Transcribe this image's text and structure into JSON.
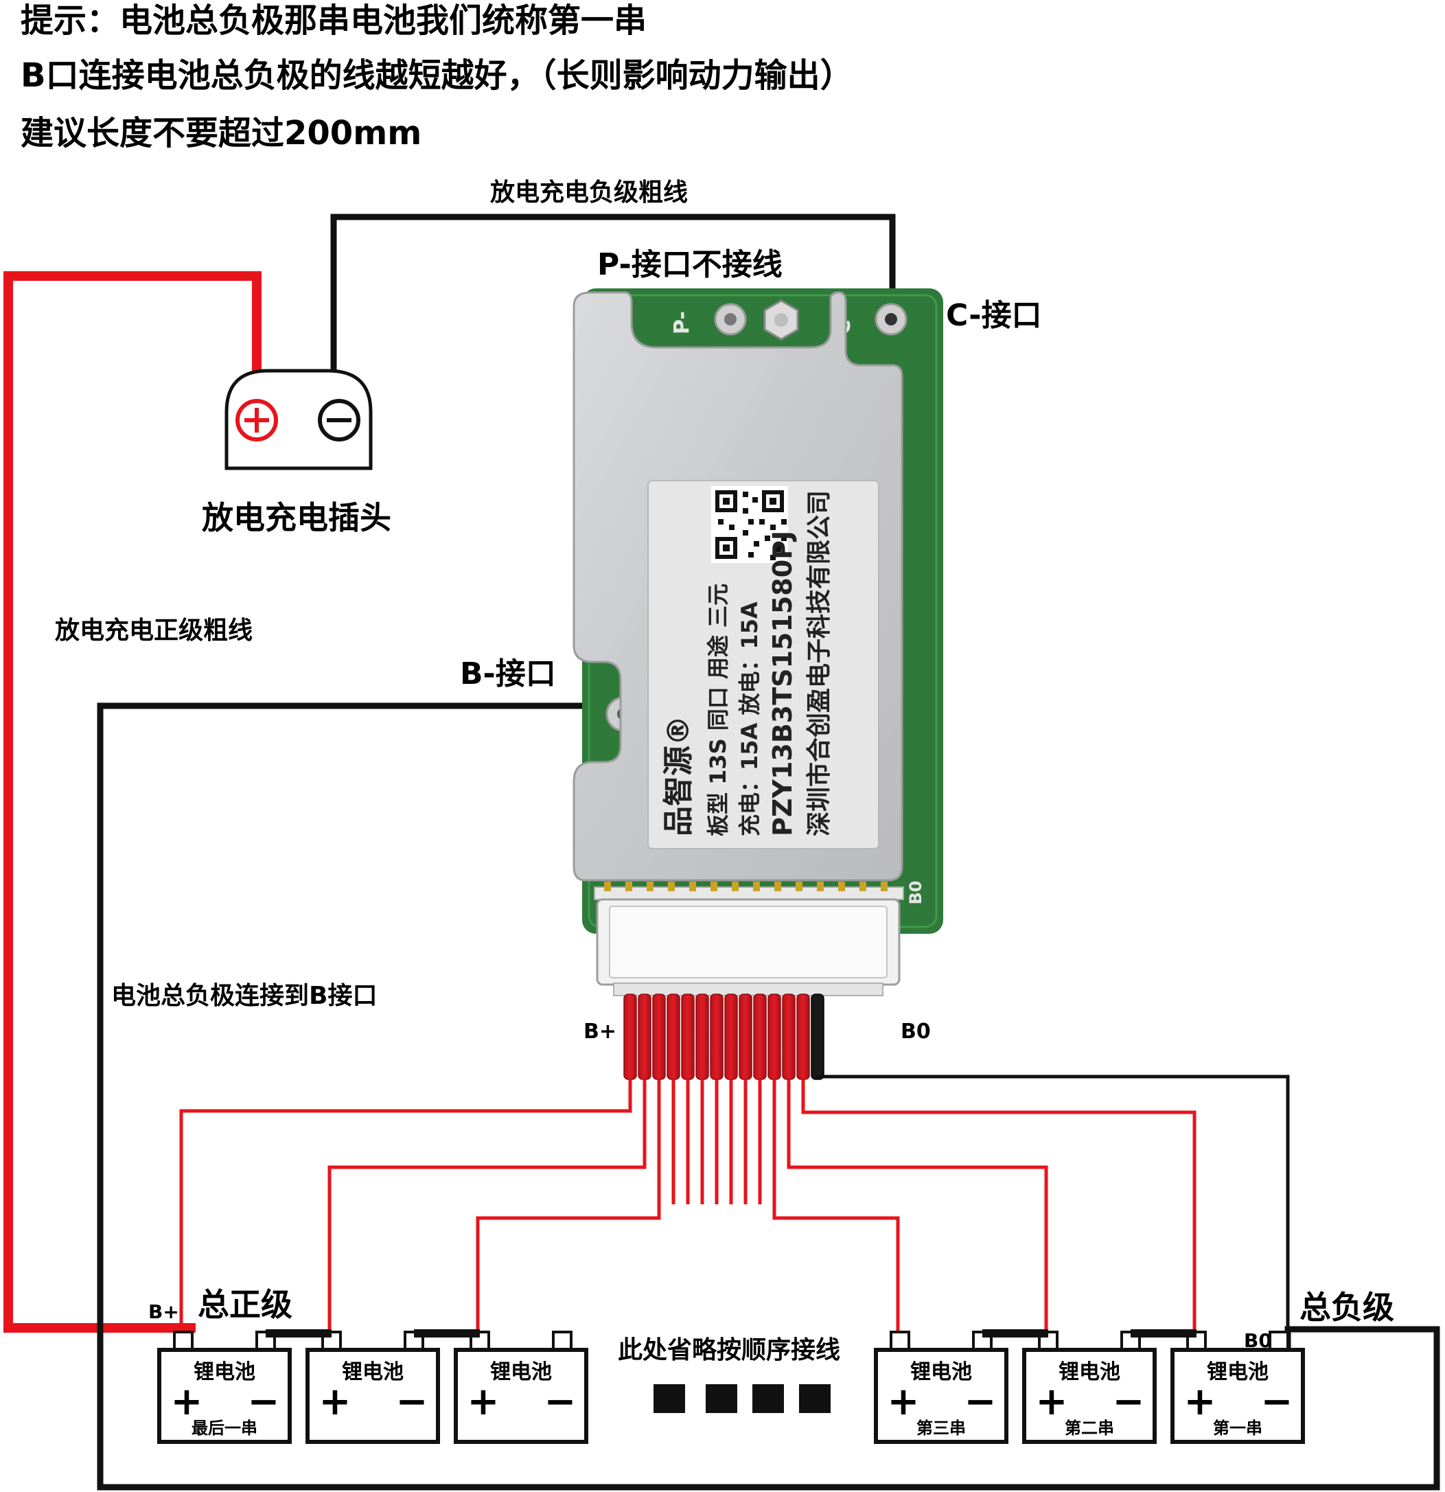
{
  "tips": {
    "line1": "提示：电池总负极那串电池我们统称第一串",
    "line2": "B口连接电池总负极的线越短越好，（长则影响动力输出）",
    "line3": "建议长度不要超过200mm"
  },
  "labels": {
    "neg_thick_wire": "放电充电负级粗线",
    "p_port": "P-接口不接线",
    "c_port": "C-接口",
    "plug": "放电充电插头",
    "pos_thick_wire": "放电充电正级粗线",
    "b_port": "B-接口",
    "battery_neg_to_b": "电池总负极连接到B接口",
    "b_plus_connector": "B+",
    "b0_connector": "B0",
    "total_positive": "总正级",
    "total_negative": "总负级",
    "b_plus_battery": "B+",
    "b0_battery": "B0",
    "omitted": "此处省略按顺序接线"
  },
  "board": {
    "silk_p": "P-",
    "silk_c": "C-",
    "silk_b0": "B0",
    "label_lines": [
      "品智源®",
      "板型 13S 同口 用途 三元",
      "充电：15A  放电：15A",
      "PZY13B3TS151580PJ",
      "深圳市合创盈电子科技有限公司"
    ]
  },
  "batteries": [
    {
      "title": "锂电池",
      "plus": "+",
      "minus": "−",
      "caption": "最后一串"
    },
    {
      "title": "锂电池",
      "plus": "+",
      "minus": "−",
      "caption": ""
    },
    {
      "title": "锂电池",
      "plus": "+",
      "minus": "−",
      "caption": ""
    },
    {
      "title": "锂电池",
      "plus": "+",
      "minus": "−",
      "caption": "第三串"
    },
    {
      "title": "锂电池",
      "plus": "+",
      "minus": "−",
      "caption": "第二串"
    },
    {
      "title": "锂电池",
      "plus": "+",
      "minus": "−",
      "caption": "第一串"
    }
  ],
  "plug_symbols": {
    "plus": "+",
    "minus": "−"
  },
  "colors": {
    "red_wire": "#e8141c",
    "black_wire": "#111111",
    "pcb_green": "#2f7a3a",
    "metal": "#cfd1d3",
    "label_bg": "#e6e6e6"
  }
}
